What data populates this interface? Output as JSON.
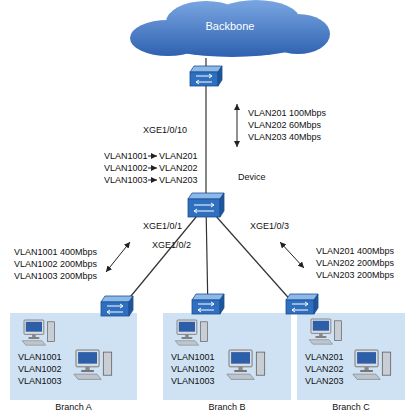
{
  "diagram": {
    "nodes": [
      {
        "text": [
          "Backbone"
        ]
      },
      {
        "text": [
          "Device"
        ]
      },
      {
        "text": [
          "VLAN1001 VLAN1002 VLAN1003",
          "Branch A"
        ]
      },
      {
        "text": [
          "VLAN1001 VLAN1002 VLAN1003",
          "Branch B"
        ]
      },
      {
        "text": [
          "VLAN201 VLAN202 VLAN203",
          "Branch C"
        ]
      }
    ],
    "edges": [
      {
        "from": 0,
        "to": 1,
        "arrow": "none"
      },
      {
        "from": 1,
        "to": 2,
        "arrow": "none"
      },
      {
        "from": 1,
        "to": 3,
        "arrow": "none"
      },
      {
        "from": 1,
        "to": 4,
        "arrow": "none"
      }
    ],
    "labels": [
      "XGE1/0/10",
      "VLAN201",
      "100Mbps",
      "VLAN202",
      "60Mbps",
      "VLAN203",
      "40Mbps",
      "VLAN1001",
      "VLAN201",
      "VLAN1002",
      "VLAN202",
      "VLAN1003",
      "VLAN203",
      "XGE1/0/1",
      "XGE1/0/2",
      "XGE1/0/3",
      "VLAN1001",
      "400Mbps",
      "VLAN1002",
      "200Mbps",
      "VLAN1003",
      "200Mbps",
      "VLAN201",
      "400Mbps",
      "VLAN202",
      "200Mbps",
      "VLAN203",
      "200Mbps"
    ]
  }
}
